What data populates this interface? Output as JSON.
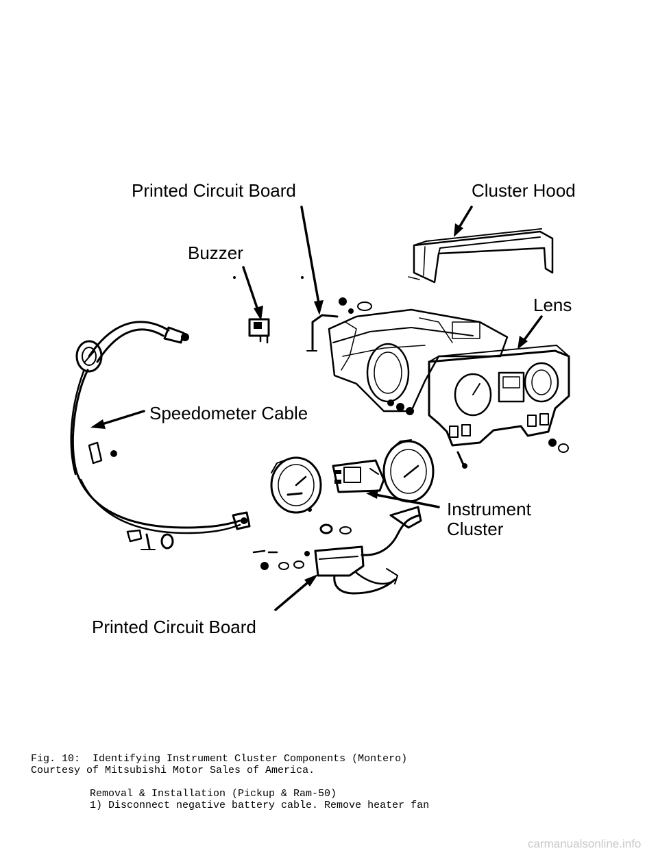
{
  "figure": {
    "labels": {
      "pcb_top": "Printed Circuit Board",
      "cluster_hood": "Cluster Hood",
      "buzzer": "Buzzer",
      "lens": "Lens",
      "speedometer_cable": "Speedometer Cable",
      "instrument": "Instrument",
      "cluster": "Cluster",
      "pcb_bottom": "Printed Circuit Board"
    },
    "caption_line1": "Fig. 10:  Identifying Instrument Cluster Components (Montero)",
    "caption_line2": "Courtesy of Mitsubishi Motor Sales of America."
  },
  "body": {
    "section_title": "Removal & Installation (Pickup & Ram-50)",
    "step1": "1) Disconnect negative battery cable. Remove heater fan"
  },
  "watermark": "carmanualsonline.info"
}
